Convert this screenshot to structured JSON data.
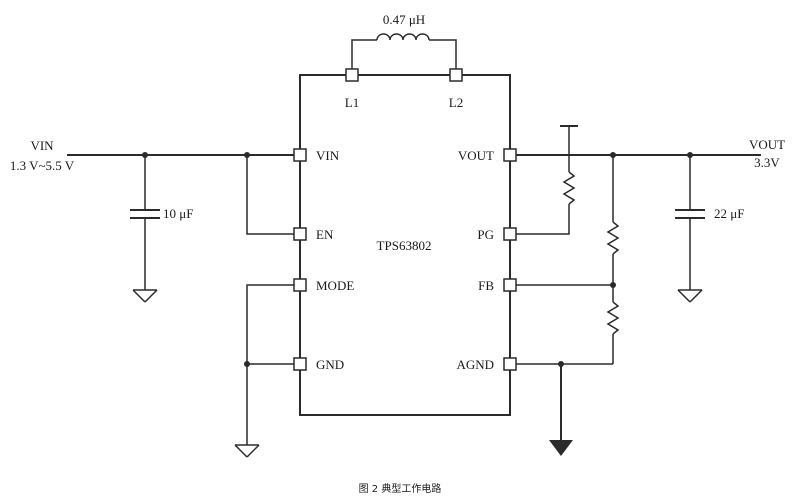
{
  "inductor": {
    "value": "0.47 μH"
  },
  "chip": {
    "name": "TPS63802",
    "pins": {
      "l1": "L1",
      "l2": "L2",
      "vin": "VIN",
      "en": "EN",
      "mode": "MODE",
      "gnd": "GND",
      "vout": "VOUT",
      "pg": "PG",
      "fb": "FB",
      "agnd": "AGND"
    }
  },
  "input": {
    "label": "VIN",
    "range": "1.3 V~5.5 V",
    "cap": "10 μF"
  },
  "output": {
    "label": "VOUT",
    "voltage": "3.3V",
    "cap": "22 μF"
  },
  "caption": "图 2  典型工作电路"
}
